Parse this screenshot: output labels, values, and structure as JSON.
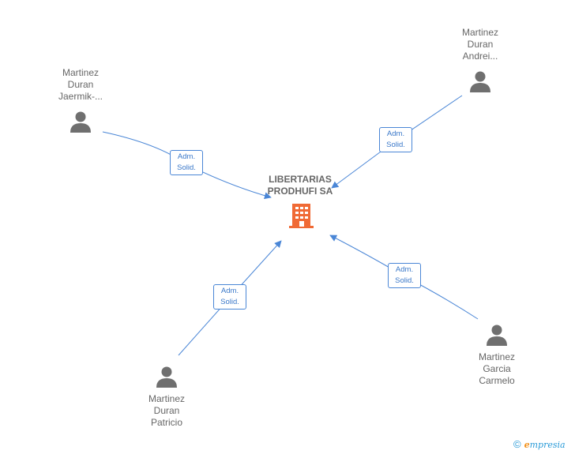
{
  "company": {
    "line1": "LIBERTARIAS",
    "line2": "PRODHUFI SA",
    "icon": "building-icon",
    "color": "#f06a35"
  },
  "persons": [
    {
      "id": "jaermik",
      "lines": [
        "Martinez",
        "Duran",
        "Jaermik-..."
      ],
      "icon": "person-icon"
    },
    {
      "id": "andrei",
      "lines": [
        "Martinez",
        "Duran",
        "Andrei..."
      ],
      "icon": "person-icon"
    },
    {
      "id": "patricio",
      "lines": [
        "Martinez",
        "Duran",
        "Patricio"
      ],
      "icon": "person-icon"
    },
    {
      "id": "carmelo",
      "lines": [
        "Martinez",
        "Garcia",
        "Carmelo"
      ],
      "icon": "person-icon"
    }
  ],
  "relations": [
    {
      "from": "jaermik",
      "line1": "Adm.",
      "line2": "Solid."
    },
    {
      "from": "andrei",
      "line1": "Adm.",
      "line2": "Solid."
    },
    {
      "from": "patricio",
      "line1": "Adm.",
      "line2": "Solid."
    },
    {
      "from": "carmelo",
      "line1": "Adm.",
      "line2": "Solid."
    }
  ],
  "colors": {
    "edge": "#4a86d6",
    "person": "#6f6f6f",
    "text": "#666666"
  },
  "footer": {
    "copyright": "©",
    "brand_e": "e",
    "brand_rest": "mpresia"
  }
}
